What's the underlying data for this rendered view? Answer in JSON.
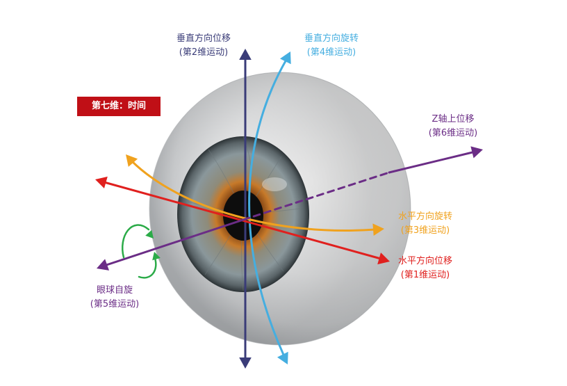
{
  "badge": "第七维：时间",
  "labels": {
    "vertical_shift": {
      "title": "垂直方向位移",
      "sub": "(第2维运动)"
    },
    "vertical_rotation": {
      "title": "垂直方向旋转",
      "sub": "(第4维运动)"
    },
    "z_shift": {
      "title": "Z轴上位移",
      "sub": "(第6维运动)"
    },
    "horizontal_rotation": {
      "title": "水平方向旋转",
      "sub": "(第3维运动)"
    },
    "horizontal_shift": {
      "title": "水平方向位移",
      "sub": "(第1维运动)"
    },
    "eye_torsion": {
      "title": "眼球自旋",
      "sub": "(第5维运动)"
    }
  },
  "colors": {
    "vertical_shift": "#3a3c78",
    "vertical_rotation": "#45aee0",
    "z_shift": "#6b2d86",
    "horizontal_rotation": "#f0a21e",
    "horizontal_shift": "#e0201e",
    "eye_torsion": "#2bab48",
    "badge": "#c00f16"
  }
}
